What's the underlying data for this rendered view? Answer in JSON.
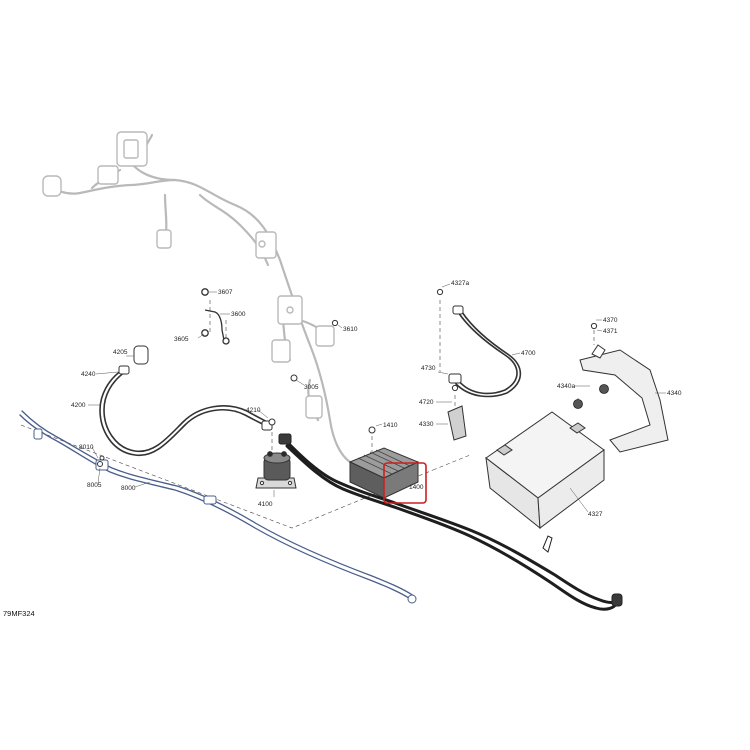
{
  "diagram_code": "79MF324",
  "highlight_color": "#cc1f1f",
  "harness_color": "#1e1e1e",
  "ghost_color": "#b9b9b9",
  "cable_color": "#4a5e8c",
  "parts": {
    "p3607": "3607",
    "p3600": "3600",
    "p3605": "3605",
    "p3610": "3610",
    "p3005": "3005",
    "p4205": "4205",
    "p4240": "4240",
    "p4200": "4200",
    "p4210": "4210",
    "p4100": "4100",
    "p8010": "8010",
    "p8005": "8005",
    "p8000": "8000",
    "p1410": "1410",
    "p1400": "1400",
    "p4327a": "4327a",
    "p4700": "4700",
    "p4730": "4730",
    "p4720": "4720",
    "p4330": "4330",
    "p4327": "4327",
    "p4370": "4370",
    "p4371": "4371",
    "p4340a": "4340a",
    "p4340": "4340"
  }
}
